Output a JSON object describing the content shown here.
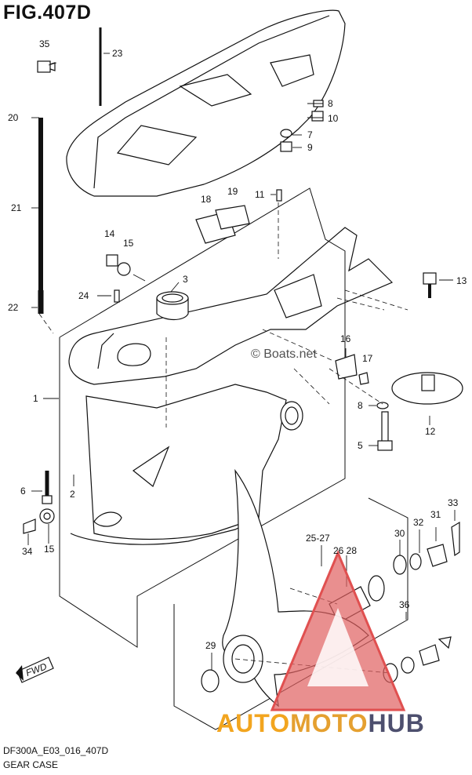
{
  "title": "FIG.407D",
  "footer": {
    "code": "DF300A_E03_016_407D",
    "name": "GEAR CASE"
  },
  "watermark": "© Boats.net",
  "logo": {
    "auto": "AUTO",
    "moto": "MOTO",
    "hub": "HUB",
    "colors": {
      "triangle": "#e05050",
      "auto": "#f2a51f",
      "moto": "#e5a030",
      "hub": "#4d4f6e"
    }
  },
  "fwd_label": "FWD",
  "callouts": {
    "c35": "35",
    "c23": "23",
    "c8a": "8",
    "c10": "10",
    "c20": "20",
    "c7": "7",
    "c9": "9",
    "c21": "21",
    "c18": "18",
    "c19": "19",
    "c11": "11",
    "c14": "14",
    "c15a": "15",
    "c3": "3",
    "c13": "13",
    "c24": "24",
    "c22": "22",
    "c16": "16",
    "c17": "17",
    "c1": "1",
    "c8b": "8",
    "c12": "12",
    "c5": "5",
    "c6": "6",
    "c2": "2",
    "c33": "33",
    "c31": "31",
    "c32": "32",
    "c30": "30",
    "c34": "34",
    "c15b": "15",
    "c2527": "25-27",
    "c2628": "26 28",
    "c36": "36",
    "c29": "29"
  }
}
